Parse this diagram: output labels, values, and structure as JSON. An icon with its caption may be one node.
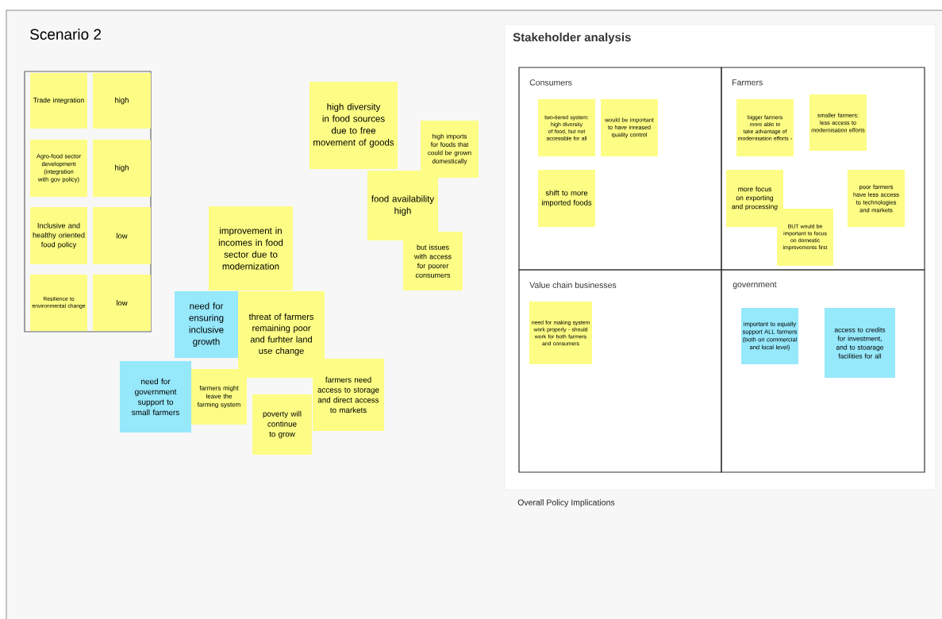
{
  "diagram": {
    "title": "Scenario 2",
    "nodes": [
      {
        "text": [],
        "shape": "box"
      },
      {
        "text": [
          "Trade integration"
        ],
        "in": 0
      },
      {
        "text": [
          "high"
        ],
        "in": 0
      },
      {
        "text": [
          "Agro-food sector development (integration with gov policy)"
        ],
        "in": 0
      },
      {
        "text": [
          "high"
        ],
        "in": 0
      },
      {
        "text": [
          "Inclusive and healthy oriented food policy"
        ],
        "in": 0
      },
      {
        "text": [
          "low"
        ],
        "in": 0
      },
      {
        "text": [
          "Resilience to environmental change"
        ],
        "in": 0
      },
      {
        "text": [
          "low"
        ],
        "in": 0
      },
      {
        "text": [
          "high diversity in food sources due to free movement of goods"
        ]
      },
      {
        "text": [
          "high imports for foods that could be grown domestically"
        ]
      },
      {
        "text": [
          "food availability high"
        ]
      },
      {
        "text": [
          "but issues with access for poorer consumers"
        ]
      },
      {
        "text": [
          "improvement in incomes in food sector due to modernization"
        ]
      },
      {
        "text": [
          "need for ensuring inclusive growth"
        ]
      },
      {
        "text": [
          "threat of farmers remaining poor and furhter land use change"
        ]
      },
      {
        "text": [
          "need for government support to small farmers"
        ]
      },
      {
        "text": [
          "farmers might leave the farming system"
        ]
      },
      {
        "text": [
          "farmers need access to storage and direct access to markets"
        ]
      },
      {
        "text": [
          "poverty will continue to grow"
        ]
      },
      {
        "text": [
          "Stakeholder analysis"
        ]
      },
      {
        "text": [
          "Consumers"
        ],
        "in": 20
      },
      {
        "text": [
          "Farmers"
        ],
        "in": 20
      },
      {
        "text": [
          "Value chain businesses"
        ],
        "in": 20
      },
      {
        "text": [
          "government"
        ],
        "in": 20
      },
      {
        "text": [
          "two-tiered system: high diversity of food, but not accessible for all"
        ],
        "in": 21
      },
      {
        "text": [
          "would be important to have inreased quality control"
        ],
        "in": 21
      },
      {
        "text": [
          "shift to more imported foods"
        ],
        "in": 21
      },
      {
        "text": [
          "bigger farmers more able to take advantage of modernisation efforts -"
        ],
        "in": 22
      },
      {
        "text": [
          "smaller farmers: less access to modernisation efforts"
        ],
        "in": 22
      },
      {
        "text": [
          "more focus on exporting and processing"
        ],
        "in": 22
      },
      {
        "text": [
          "BUT would be important to focus on domestic improvements first"
        ],
        "in": 22
      },
      {
        "text": [
          "poor farmers have less access to technologies and markets"
        ],
        "in": 22
      },
      {
        "text": [
          "need for making system work properly - should work for both farmers and consumers"
        ],
        "in": 23
      },
      {
        "text": [
          "important to equally support ALL farmers (both on commercial and local level)"
        ],
        "in": 24
      },
      {
        "text": [
          "access to credits for investment, and to stoarage facilities for all"
        ],
        "in": 24
      }
    ],
    "labels": [
      "Overall Policy  Implications"
    ]
  }
}
